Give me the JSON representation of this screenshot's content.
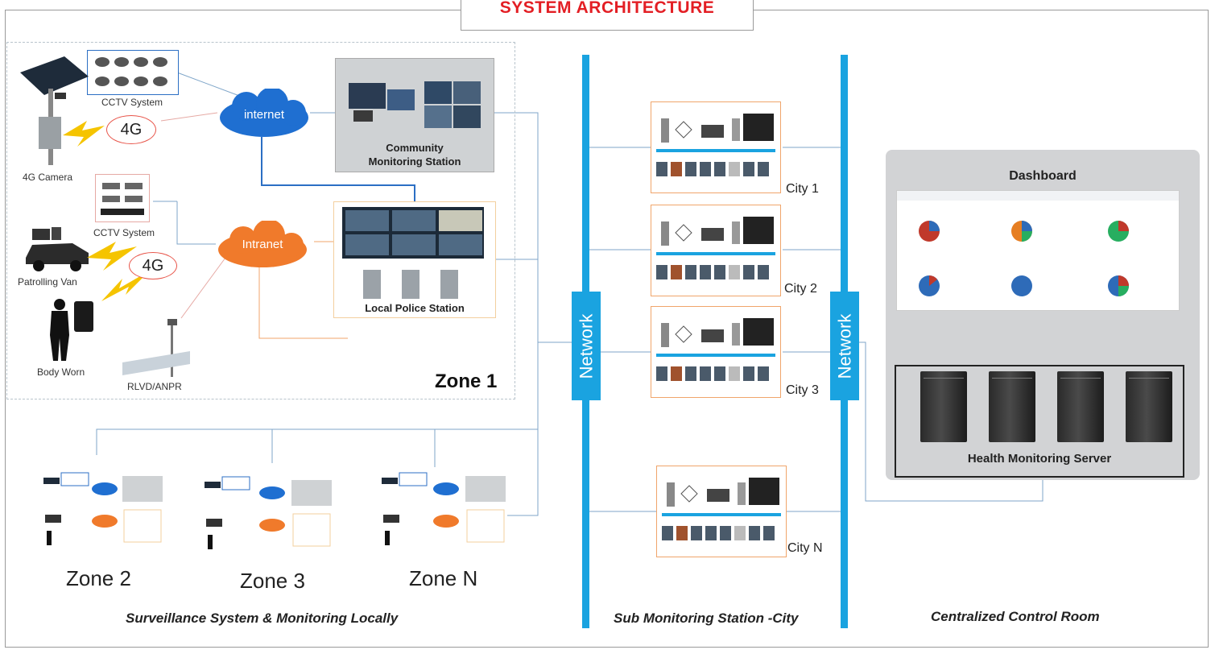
{
  "title": "SYSTEM ARCHITECTURE",
  "zone1": {
    "cctv_top_label": "CCTV System",
    "camera_4g_label": "4G Camera",
    "badge_4g_top": "4G",
    "internet_label": "internet",
    "community_label_line1": "Community",
    "community_label_line2": "Monitoring Station",
    "cctv_mid_label": "CCTV System",
    "intranet_label": "Intranet",
    "badge_4g_mid": "4G",
    "van_label": "Patrolling Van",
    "body_worn_label": "Body Worn",
    "rlvd_label": "RLVD/ANPR",
    "police_label": "Local Police Station",
    "zone_label": "Zone 1"
  },
  "zones": [
    "Zone 2",
    "Zone 3",
    "Zone N"
  ],
  "network_label_left": "Network",
  "network_label_right": "Network",
  "cities": [
    "City 1",
    "City 2",
    "City 3",
    "City N"
  ],
  "control_room": {
    "dashboard_label": "Dashboard",
    "server_label": "Health Monitoring Server"
  },
  "footer": {
    "local": "Surveillance System & Monitoring Locally",
    "city": "Sub Monitoring Station -City",
    "central": "Centralized Control Room"
  },
  "colors": {
    "title": "#e31e24",
    "internet_cloud": "#1f6fd1",
    "intranet_cloud": "#f07a2b",
    "network": "#1aa3e0",
    "city_border": "#f0a56b",
    "lightning": "#f5c400"
  }
}
